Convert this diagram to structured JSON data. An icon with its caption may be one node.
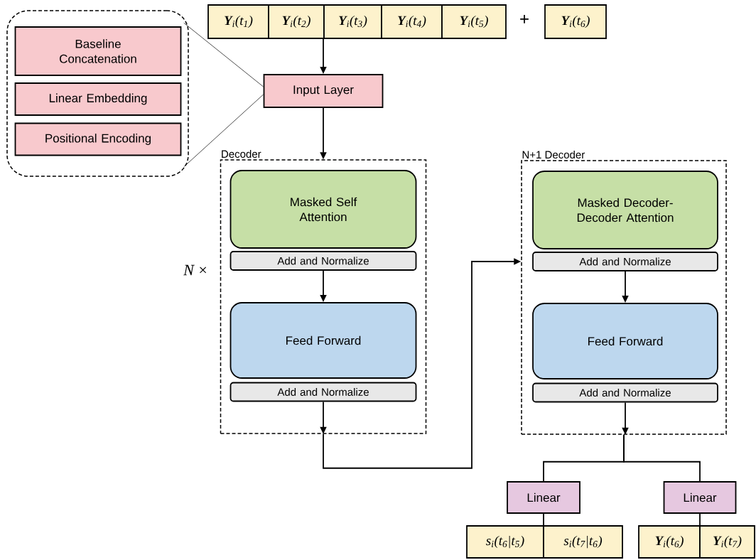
{
  "diagram": {
    "nodes": [
      {
        "text": [],
        "shape": "box"
      },
      {
        "text": [
          "Baseline Concatenation"
        ],
        "in": 0
      },
      {
        "text": [
          "Linear Embedding"
        ],
        "in": 0
      },
      {
        "text": [
          "Positional Encoding"
        ],
        "in": 0
      },
      {
        "text": [
          "**Y**$_{i}$(t$_{1}$)"
        ]
      },
      {
        "text": [
          "**Y**$_{i}$(t$_{2}$)"
        ]
      },
      {
        "text": [
          "**Y**$_{i}$(t$_{3}$)"
        ]
      },
      {
        "text": [
          "**Y**$_{i}$(t$_{4}$)"
        ]
      },
      {
        "text": [
          "**Y**$_{i}$(t$_{5}$)"
        ]
      },
      {
        "text": [
          "**Y**$_{i}$(t$_{6}$)"
        ]
      },
      {
        "text": [
          "Input Layer"
        ]
      },
      {
        "text": [
          "Decoder"
        ]
      },
      {
        "text": [
          "Masked Self Attention"
        ],
        "in": 11
      },
      {
        "text": [
          "Add and Normalize"
        ],
        "in": 11
      },
      {
        "text": [
          "Feed Forward"
        ],
        "in": 11
      },
      {
        "text": [
          "Add and Normalize"
        ],
        "in": 11
      },
      {
        "text": [
          "N+1 Decoder"
        ]
      },
      {
        "text": [
          "Masked Decoder-Decoder Attention"
        ],
        "in": 16
      },
      {
        "text": [
          "Add and Normalize"
        ],
        "in": 16
      },
      {
        "text": [
          "Feed Forward"
        ],
        "in": 16
      },
      {
        "text": [
          "Add and Normalize"
        ],
        "in": 16
      },
      {
        "text": [
          "Linear"
        ]
      },
      {
        "text": [
          "Linear"
        ]
      },
      {
        "text": [
          "s$_{i}$(t$_{6}$|t$_{5}$)"
        ]
      },
      {
        "text": [
          "s$_{i}$(t$_{7}$|t$_{6}$)"
        ]
      },
      {
        "text": [
          "**Y**$_{i}$(t$_{6}$)"
        ]
      },
      {
        "text": [
          "**Y**$_{i}$(t$_{7}$)"
        ]
      }
    ],
    "edges": [
      {
        "from": 0,
        "to": 10,
        "arrow": "none"
      },
      {
        "from": 0,
        "to": 10,
        "arrow": "none"
      },
      {
        "from": 6,
        "to": 10,
        "arrow": "to"
      },
      {
        "from": 10,
        "to": 11,
        "arrow": "to"
      },
      {
        "from": 13,
        "to": 14,
        "arrow": "to"
      },
      {
        "from": 15,
        "to": 11,
        "arrow": "to"
      },
      {
        "from": 11,
        "to": 16,
        "arrow": "to"
      },
      {
        "from": 18,
        "to": 19,
        "arrow": "to"
      },
      {
        "from": 20,
        "to": 16,
        "arrow": "to"
      },
      {
        "from": 16,
        "to": 21,
        "arrow": "none"
      },
      {
        "from": 16,
        "to": 22,
        "arrow": "none"
      },
      {
        "from": 21,
        "to": 23,
        "arrow": "none"
      },
      {
        "from": 22,
        "to": 25,
        "arrow": "none"
      }
    ],
    "labels": [
      "+",
      "*N* ×"
    ]
  }
}
